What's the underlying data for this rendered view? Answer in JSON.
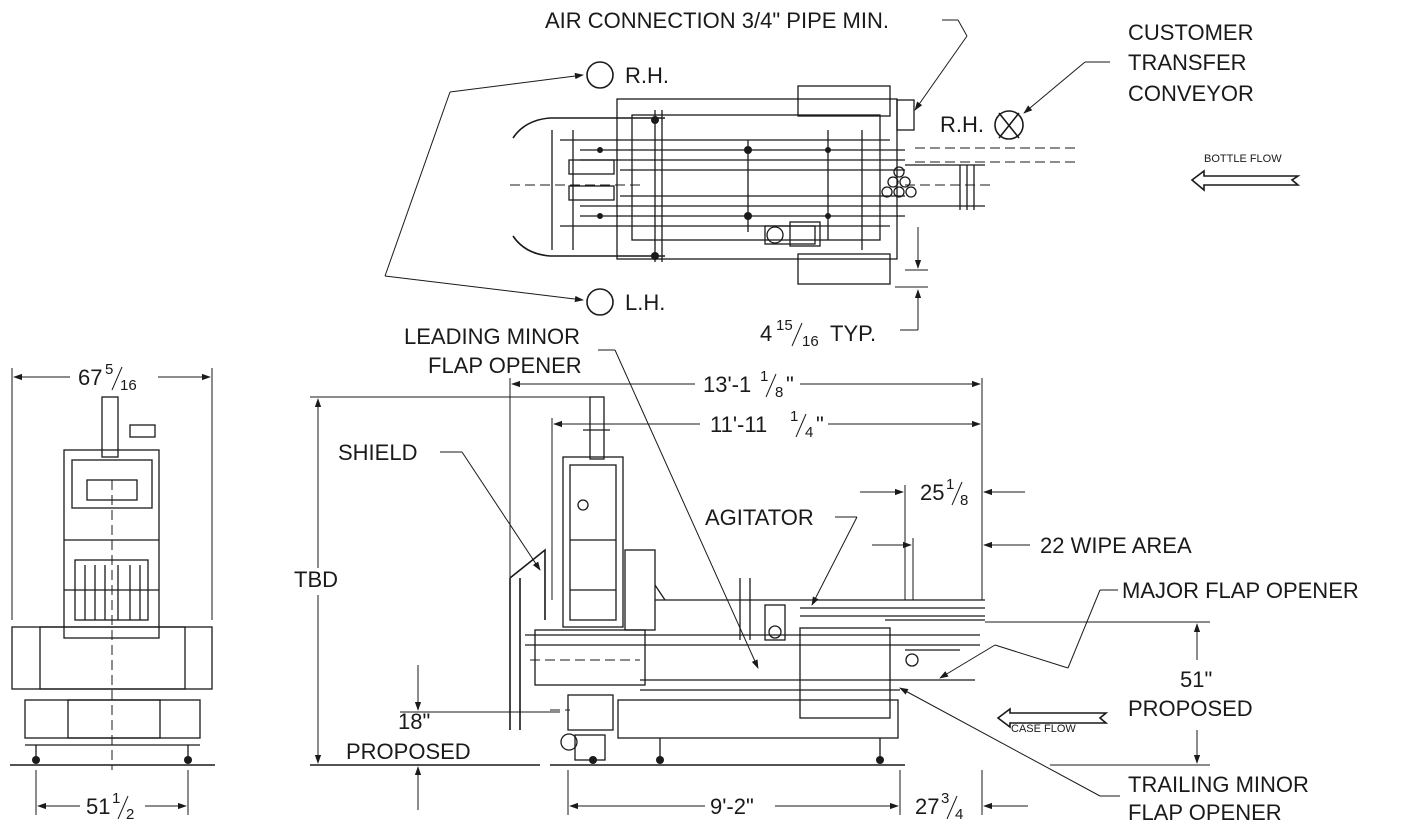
{
  "labels": {
    "air_connection": "AIR CONNECTION 3/4\" PIPE MIN.",
    "customer_line1": "CUSTOMER",
    "customer_line2": "TRANSFER",
    "customer_line3": "CONVEYOR",
    "rh_top": "R.H.",
    "rh_conveyor": "R.H.",
    "lh": "L.H.",
    "bottle_flow": "BOTTLE FLOW",
    "typ_whole": "4",
    "typ_num": "15",
    "typ_den": "16",
    "typ_suffix": "TYP.",
    "leading_line1": "LEADING MINOR",
    "leading_line2": "FLAP OPENER",
    "dim_overall": {
      "whole": "13'-1",
      "num": "1",
      "den": "8",
      "suffix": "\""
    },
    "dim_frame": {
      "whole": "11'-11",
      "num": "1",
      "den": "4",
      "suffix": "\""
    },
    "dim_width": {
      "whole": "67",
      "num": "5",
      "den": "16"
    },
    "dim_base": {
      "whole": "51",
      "num": "1",
      "den": "2"
    },
    "dim_25": {
      "whole": "25",
      "num": "1",
      "den": "8"
    },
    "dim_27": {
      "whole": "27",
      "num": "3",
      "den": "4"
    },
    "shield": "SHIELD",
    "agitator": "AGITATOR",
    "wipe_area": "22 WIPE AREA",
    "major_flap": "MAJOR FLAP OPENER",
    "tbd": "TBD",
    "dim_51_line1": "51\"",
    "dim_51_line2": "PROPOSED",
    "dim_18_line1": "18\"",
    "dim_18_line2": "PROPOSED",
    "case_flow": "CASE FLOW",
    "dim_9": "9'-2\"",
    "trailing_line1": "TRAILING MINOR",
    "trailing_line2": "FLAP OPENER"
  }
}
